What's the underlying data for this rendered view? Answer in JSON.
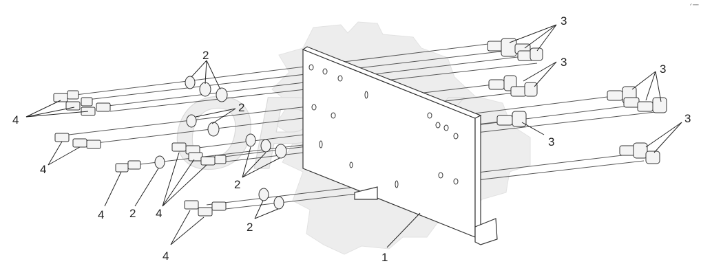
{
  "corner_mark": "•° ═══",
  "watermark": {
    "text": "OPEX"
  },
  "callouts": {
    "label_1": "1",
    "label_2": "2",
    "label_3": "3",
    "label_4": "4"
  }
}
